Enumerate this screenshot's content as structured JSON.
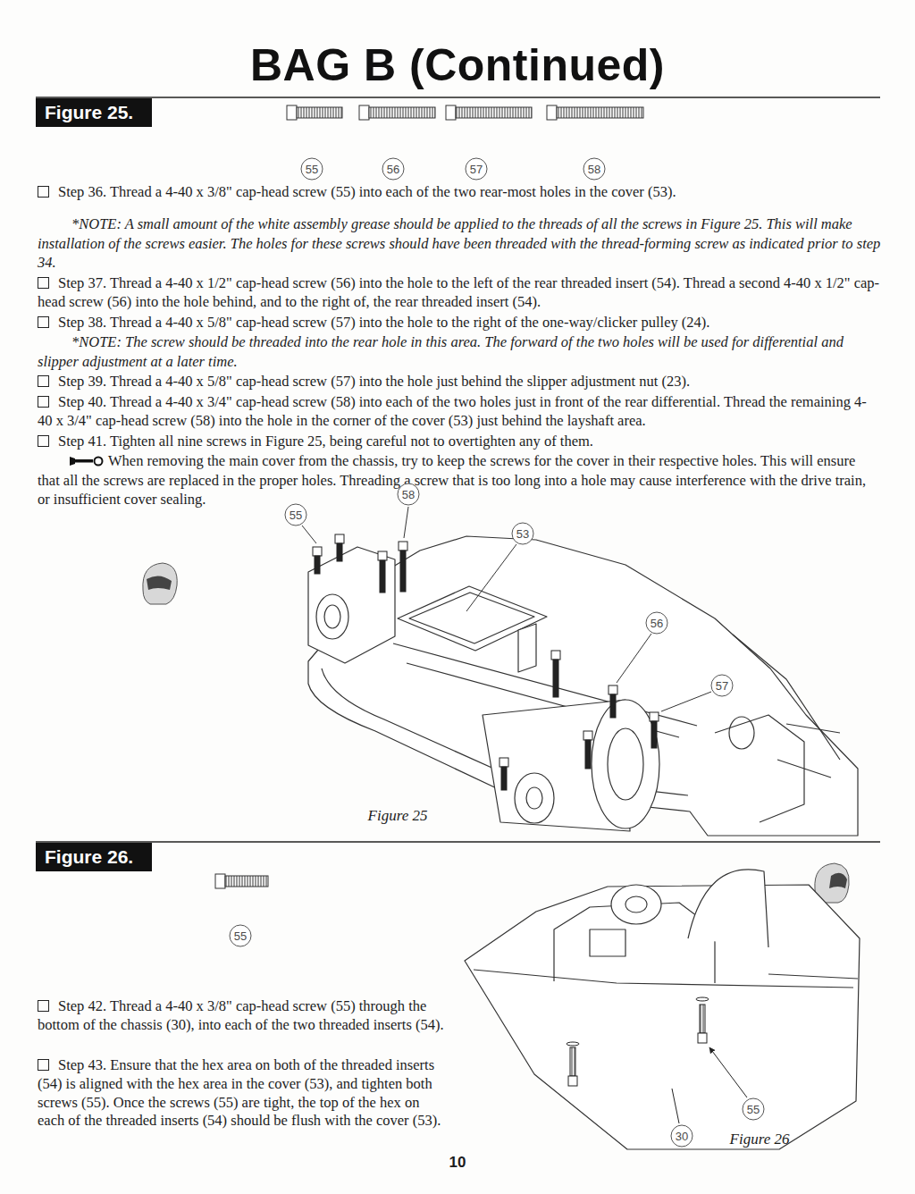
{
  "diagram": {
    "title": "BAG B (Continued)",
    "nodes": [
      {
        "text": [
          "Figure 25."
        ]
      },
      {
        "text": [
          "55"
        ]
      },
      {
        "text": [
          "56"
        ]
      },
      {
        "text": [
          "57"
        ]
      },
      {
        "text": [
          "58"
        ]
      },
      {
        "text": [
          "58"
        ]
      },
      {
        "text": [
          "55"
        ]
      },
      {
        "text": [
          "53"
        ]
      },
      {
        "text": [
          "56"
        ]
      },
      {
        "text": [
          "57"
        ]
      },
      {
        "text": [
          "Figure 26."
        ]
      },
      {
        "text": [
          "55"
        ]
      },
      {
        "text": [
          "55"
        ]
      },
      {
        "text": [
          "30"
        ]
      }
    ],
    "labels": [
      "Step 36. Thread a 4-40 x 3/8\" cap-head screw (55) into each of the two rear-most holes in the cover (53).",
      "*NOTE: A small amount of the white assembly grease should be applied to the threads of all the screws in Figure 25. This will make installation of the screws easier. The holes for these screws should have been threaded with the thread-forming screw as indicated prior to step 34.",
      "Step 37. Thread a 4-40 x 1/2\" cap-head screw (56) into the hole to the left of the rear threaded insert (54). Thread a second 4-40 x 1/2\" cap-head screw (56) into the hole behind, and to the right of, the rear threaded insert (54).",
      "Step 38. Thread a 4-40 x 5/8\" cap-head screw (57) into the hole to the right of the one-way/clicker pulley (24).",
      "*NOTE: The screw should be threaded into the rear hole in this area. The forward of the two holes will be used for differential and slipper adjustment at a later time.",
      "Step 39. Thread a 4-40 x 5/8\" cap-head screw (57) into the hole just behind the slipper adjustment nut (23).",
      "Step 40. Thread a 4-40 x 3/4\" cap-head screw (58) into each of the two holes just in front of the rear differential. Thread the remaining 4-40 x 3/4\" cap-head screw (58) into the hole in the corner of the cover (53) just behind the layshaft area.",
      "Step 41. Tighten all nine screws in Figure 25, being careful not to overtighten any of them.",
      "When removing the main cover from the chassis, try to keep the screws for the cover in their respective holes. This will ensure that all the screws are replaced in the proper holes. Threading a screw that is too long into a hole may cause interference with the drive train, or insufficient cover sealing.",
      "Figure 25",
      "Step 42. Thread a 4-40 x 3/8\" cap-head screw (55) through the bottom of the chassis (30), into each of the two threaded inserts (54).",
      "Step 43. Ensure that the hex area on both of the threaded inserts (54) is aligned with the hex area in the cover (53), and tighten both screws (55). Once the screws (55) are tight, the top of the hex on each of the threaded inserts (54) should be flush with the cover (53).",
      "Figure 26",
      "10"
    ]
  }
}
